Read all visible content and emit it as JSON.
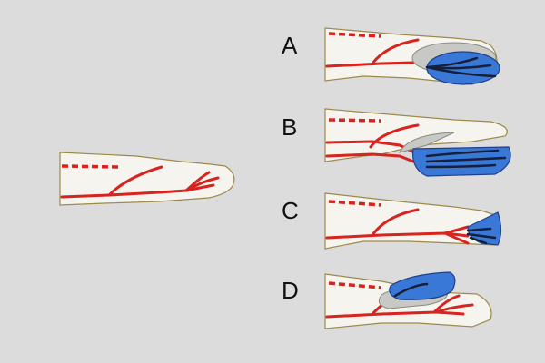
{
  "labels": {
    "a": "A",
    "b": "B",
    "c": "C",
    "d": "D"
  },
  "colors": {
    "background": "#dcdcdc",
    "artery": "#d8231f",
    "lesion": "#3a78d8",
    "skin": "#f6f4ef"
  }
}
